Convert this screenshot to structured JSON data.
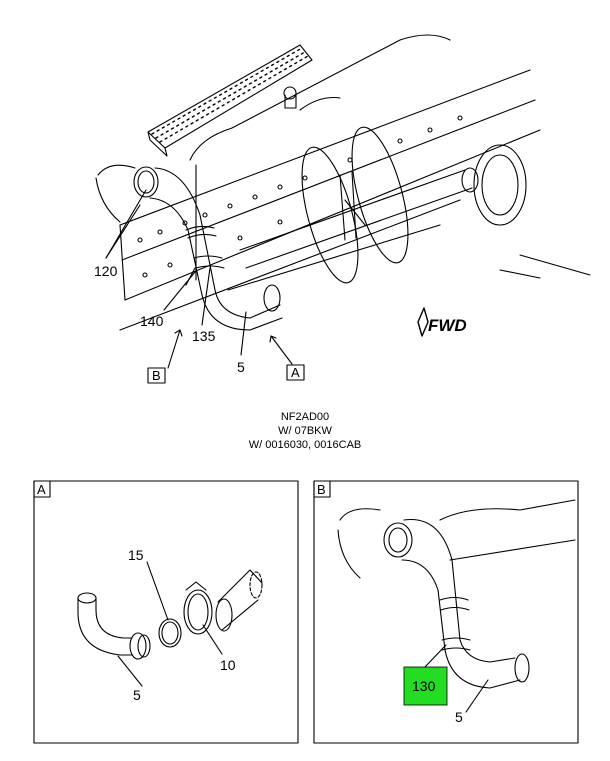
{
  "main_view": {
    "callouts": {
      "c120": "120",
      "c140": "140",
      "c135": "135",
      "c5": "5"
    },
    "view_refs": {
      "b": "B",
      "a": "A"
    },
    "fwd_label": "FWD"
  },
  "caption": {
    "line1": "NF2AD00",
    "line2": "W/ 07BKW",
    "line3": "W/ 0016030, 0016CAB"
  },
  "detail_a": {
    "label": "A",
    "callouts": {
      "c15": "15",
      "c10": "10",
      "c5": "5"
    }
  },
  "detail_b": {
    "label": "B",
    "callouts": {
      "c130": "130",
      "c5": "5"
    },
    "highlight_color": "#22dd22"
  }
}
